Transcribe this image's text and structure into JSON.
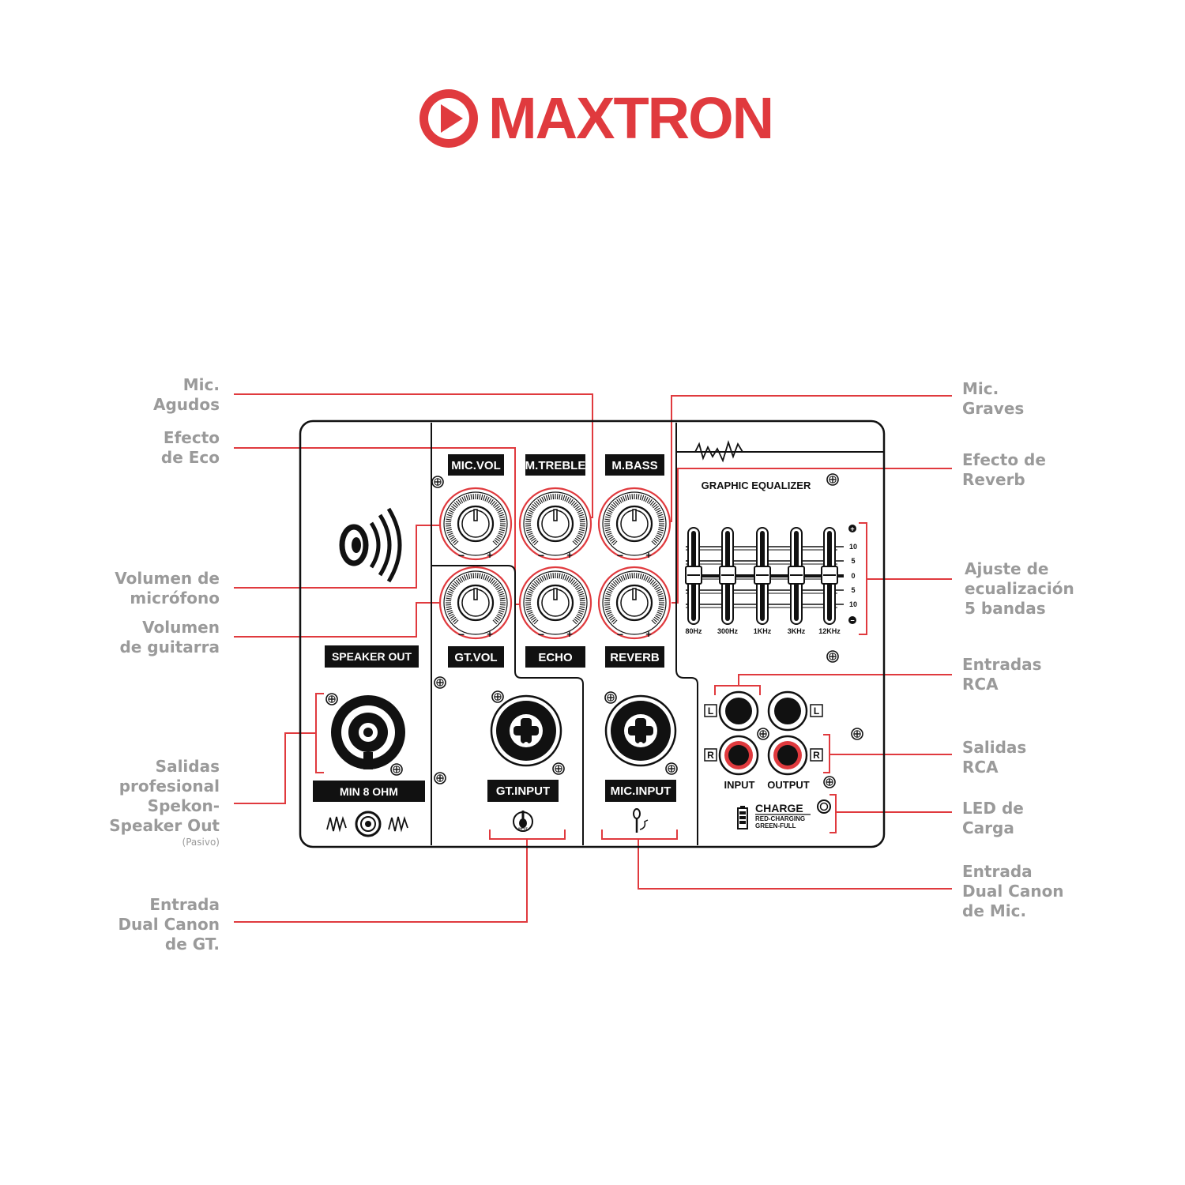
{
  "brand": {
    "name": "MAXTRON",
    "color": "#e03a3e"
  },
  "colors": {
    "accent": "#e03a3e",
    "panel_line": "#111111",
    "callout_text": "#9a9a9a"
  },
  "panel": {
    "knobs": {
      "mic_vol": "MIC.VOL",
      "m_treble": "M.TREBLE",
      "m_bass": "M.BASS",
      "gt_vol": "GT.VOL",
      "echo": "ECHO",
      "reverb": "REVERB",
      "minus": "−",
      "plus": "+"
    },
    "speaker_out": "SPEAKER OUT",
    "min_ohm": "MIN 8 OHM",
    "gt_input": "GT.INPUT",
    "mic_input": "MIC.INPUT",
    "input_icon_text": "INPUT",
    "equalizer": {
      "title": "GRAPHIC EQUALIZER",
      "bands": [
        "80Hz",
        "300Hz",
        "1KHz",
        "3KHz",
        "12KHz"
      ],
      "scale": [
        "10",
        "5",
        "0",
        "5",
        "10"
      ],
      "plus": "+",
      "minus": "−"
    },
    "rca": {
      "left": "L",
      "right": "R",
      "input": "INPUT",
      "output": "OUTPUT"
    },
    "charge": {
      "title": "CHARGE",
      "line1": "RED-CHARGING",
      "line2": "GREEN-FULL"
    }
  },
  "callouts_left": [
    {
      "lines": [
        "Mic.",
        "Agudos"
      ]
    },
    {
      "lines": [
        "Efecto",
        "de Eco"
      ]
    },
    {
      "lines": [
        "Volumen de",
        "micrófono"
      ]
    },
    {
      "lines": [
        "Volumen",
        "de guitarra"
      ]
    },
    {
      "lines": [
        "Salidas",
        "profesional",
        "Spekon-",
        "Speaker Out"
      ],
      "note": "(Pasivo)"
    },
    {
      "lines": [
        "Entrada",
        "Dual Canon",
        "de GT."
      ]
    }
  ],
  "callouts_right": [
    {
      "lines": [
        "Mic.",
        "Graves"
      ]
    },
    {
      "lines": [
        "Efecto de",
        "Reverb"
      ]
    },
    {
      "lines": [
        "Ajuste de",
        "ecualización",
        "5 bandas"
      ]
    },
    {
      "lines": [
        "Entradas",
        "RCA"
      ]
    },
    {
      "lines": [
        "Salidas",
        "RCA"
      ]
    },
    {
      "lines": [
        "LED de",
        "Carga"
      ]
    },
    {
      "lines": [
        "Entrada",
        "Dual Canon",
        "de Mic."
      ]
    }
  ]
}
